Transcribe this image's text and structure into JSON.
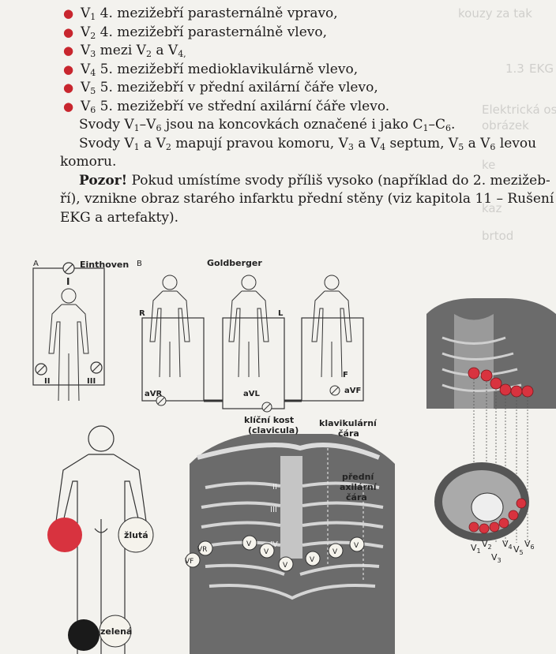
{
  "leads": [
    {
      "sub": "1",
      "text": " 4. mezižebří parasternálně vpravo,"
    },
    {
      "sub": "2",
      "text": " 4. mezižebří parasternálně vlevo,"
    },
    {
      "sub": "3",
      "text": " mezi V",
      "sub2": "2",
      "text2": " a V",
      "sub3": "4,",
      "text3": ""
    },
    {
      "sub": "4",
      "text": " 5. mezižebří medioklavikulárně vlevo,"
    },
    {
      "sub": "5",
      "text": " 5. mezižebří v přední axilární čáře vlevo,"
    },
    {
      "sub": "6",
      "text": " 5. mezižebří ve střední axilární čáře vlevo."
    }
  ],
  "para1": {
    "a": "Svody V",
    "s1": "1",
    "b": "–V",
    "s2": "6",
    "c": " jsou na koncovkách označené i jako C",
    "s3": "1",
    "d": "–C",
    "s4": "6",
    "e": "."
  },
  "para2": {
    "a": "Svody V",
    "s1": "1",
    "b": " a V",
    "s2": "2",
    "c": " mapují pravou komoru, V",
    "s3": "3",
    "d": " a V",
    "s4": "4",
    "e": " septum, V",
    "s5": "5",
    "f": " a V",
    "s6": "6",
    "g": " levou",
    "line2": "komoru."
  },
  "para3": {
    "bold": "Pozor!",
    "line1": " Pokud umístíme svody příliš vysoko (například do 2. mezižeb-",
    "line2": "ří), vznikne obraz starého infarktu přední stěny (viz kapitola 11 – Rušení",
    "line3": "EKG a artefakty)."
  },
  "figure": {
    "panel_a": "A",
    "panel_b": "B",
    "einthoven": "Einthoven",
    "goldberger": "Goldberger",
    "lead_i": "I",
    "lead_ii": "II",
    "lead_iii": "III",
    "r": "R",
    "l": "L",
    "f": "F",
    "avr": "aVR",
    "avl": "aVL",
    "avf": "aVF",
    "klicni_1": "klíční kost",
    "klicni_2": "(clavicula)",
    "klav_1": "klavikulární",
    "klav_2": "čára",
    "prAx_1": "přední",
    "prAx_2": "axilární",
    "prAx_3": "čára",
    "zluta": "žlutá",
    "zelena": "zelená",
    "rib_ii": "II",
    "rib_iii": "III",
    "rib_iv": "IV",
    "chest_v": "V",
    "vr": "VR",
    "vf": "VF",
    "bottom_v1": "V",
    "bottom_v2": "V",
    "bottom_v3": "V",
    "bottom_v4": "V",
    "bottom_v5": "V",
    "bottom_v6": "V",
    "n1": "1",
    "n2": "2",
    "n3": "3",
    "n4": "4",
    "n5": "5",
    "n6": "6"
  },
  "bleed": [
    "kouzy za tak",
    "1.3",
    "EKG svody",
    "Elektrická osa",
    "obrázek",
    "ke",
    "kaz",
    "brtod"
  ],
  "colors": {
    "bullet": "#c8262e",
    "electrode_red": "#d8333f",
    "yellow_circle": "#f5f3ec",
    "electrode_black": "#1a1a1a",
    "chest_gray": "#6b6b6b"
  }
}
